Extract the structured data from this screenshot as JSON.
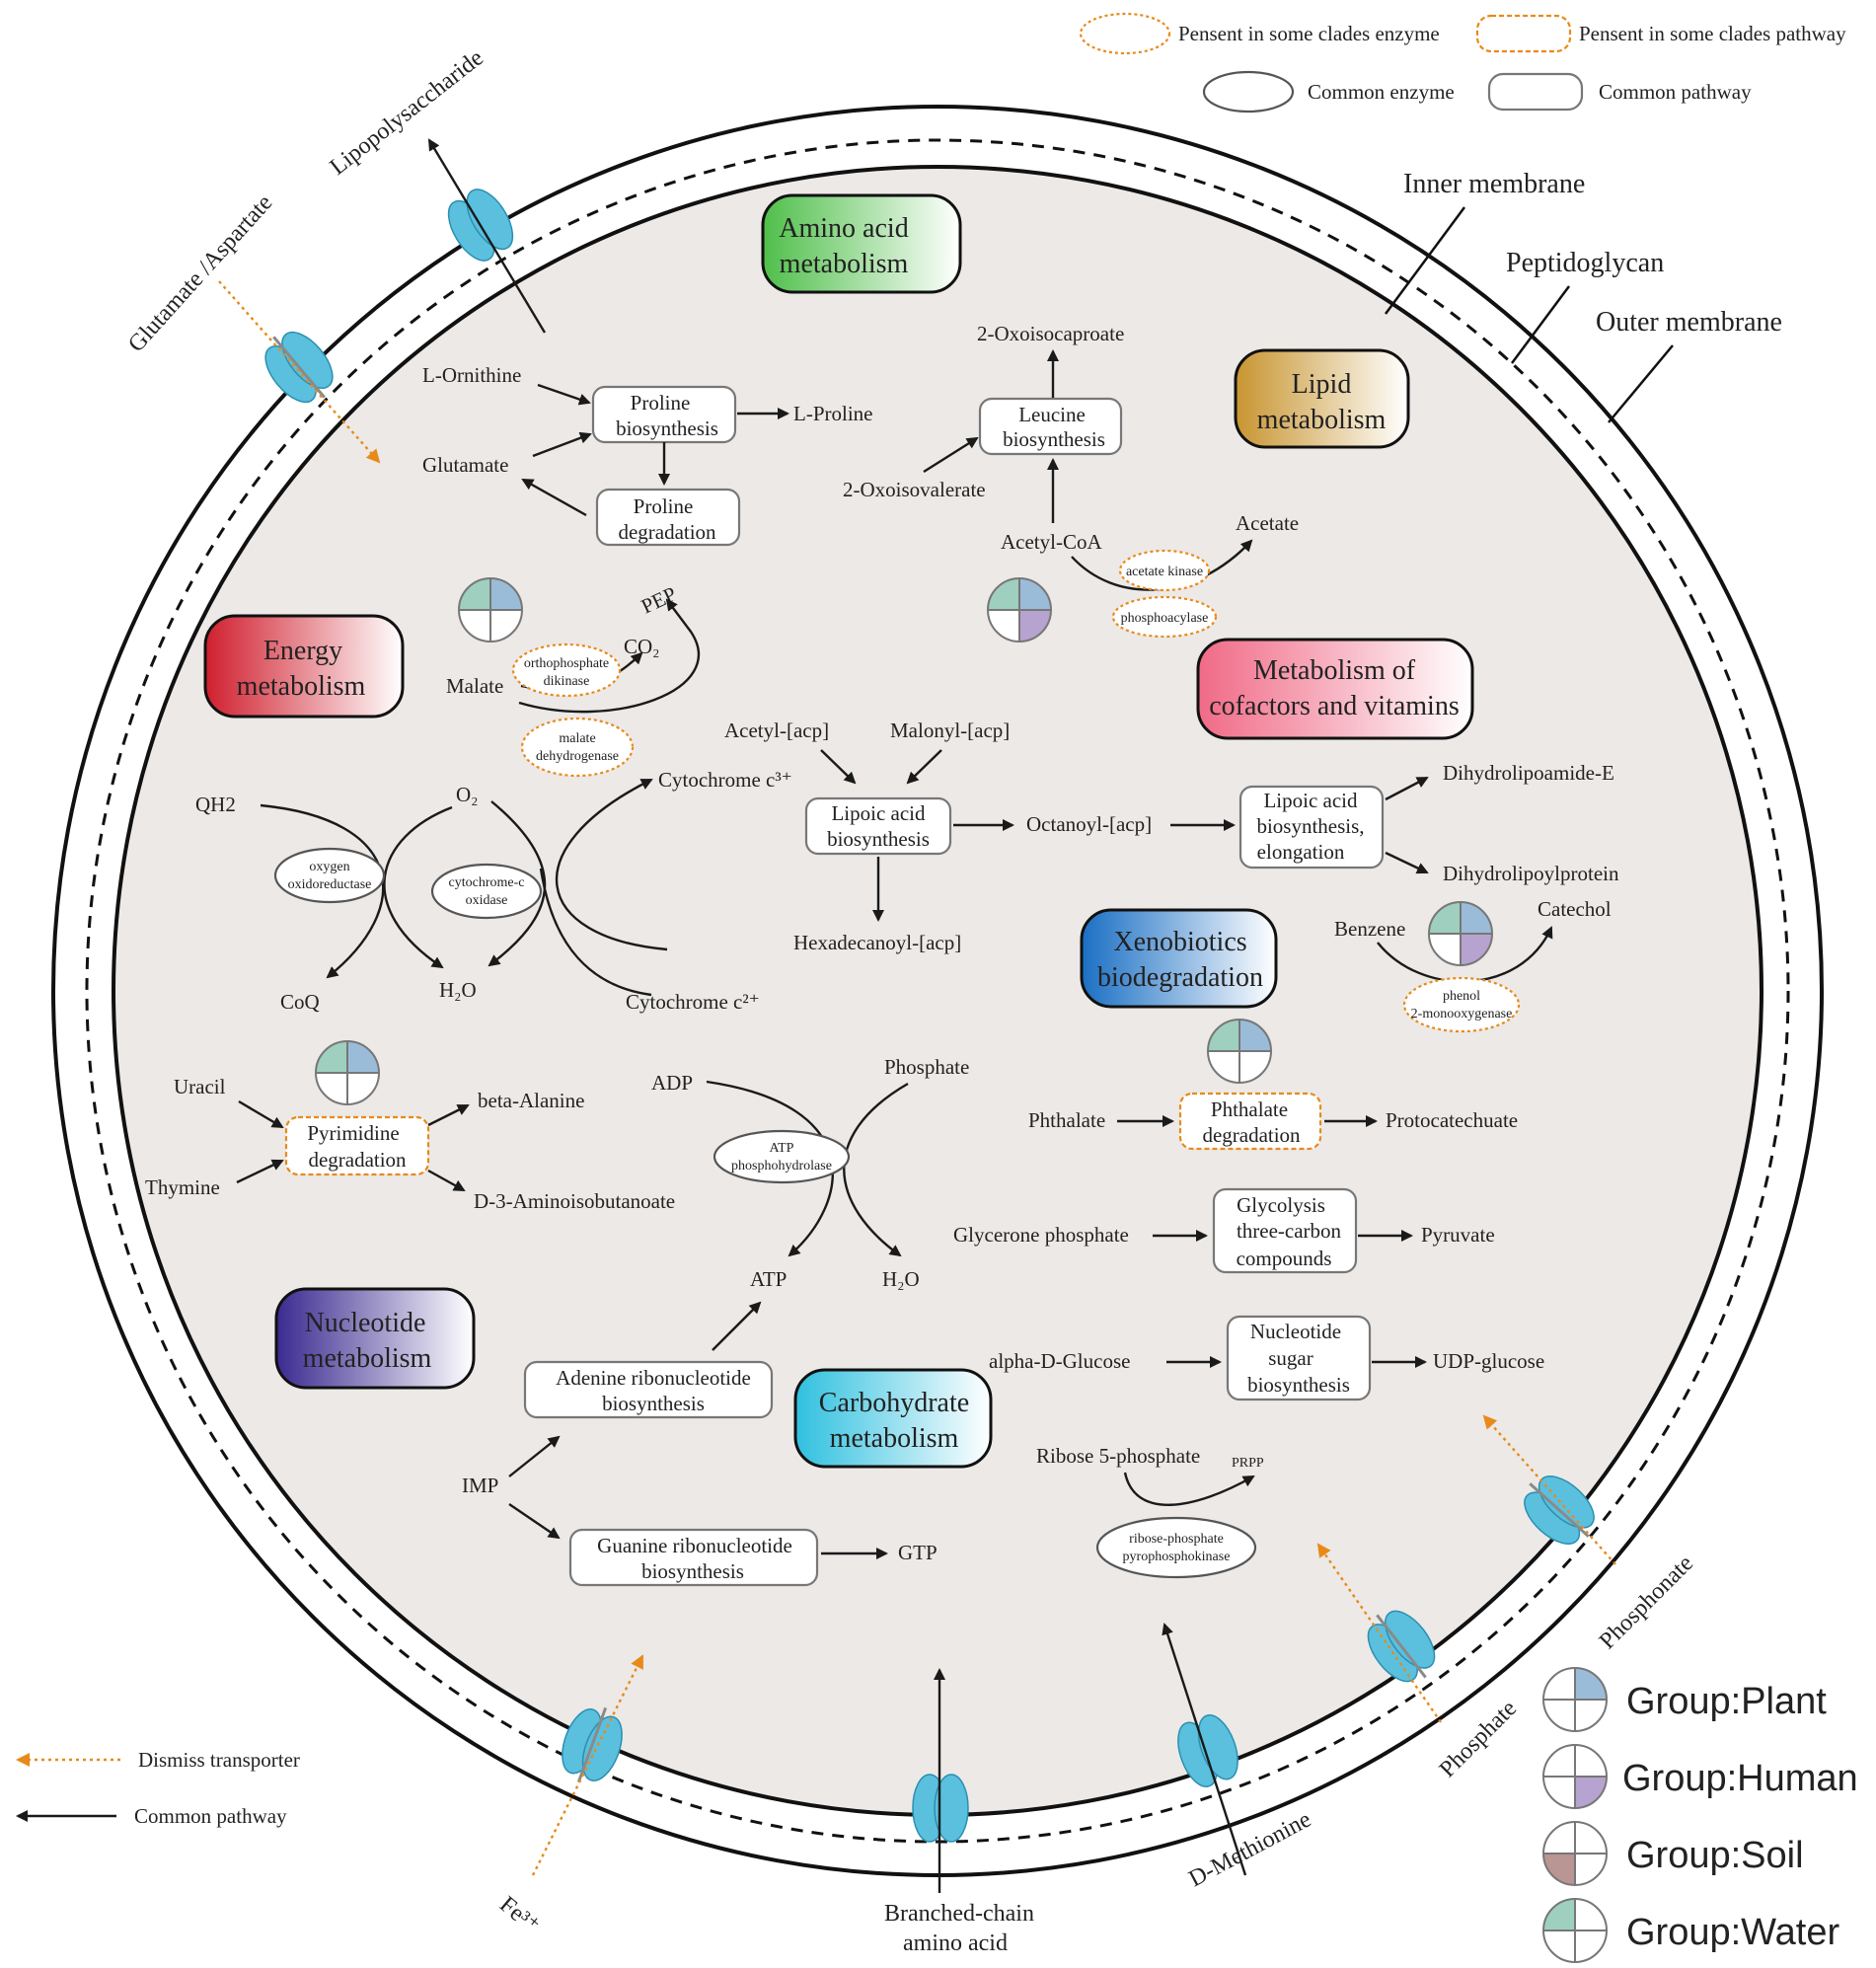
{
  "legend": {
    "present_enzyme": "Pensent in some clades enzyme",
    "present_pathway": "Pensent in some clades pathway",
    "common_enzyme": "Common enzyme",
    "common_pathway": "Common pathway",
    "dismiss_transporter": "Dismiss transporter",
    "common_pathway_arrow": "Common pathway"
  },
  "membranes": {
    "inner": "Inner membrane",
    "peptidoglycan": "Peptidoglycan",
    "outer": "Outer membrane"
  },
  "transported": {
    "lps": "Lipopolysaccharide",
    "glu_asp": "Glutamate /Aspartate",
    "fe": "Fe³⁺",
    "bcaa_1": "Branched-chain",
    "bcaa_2": "amino acid",
    "dmet": "D-Methionine",
    "phosphate": "Phosphate",
    "phosphonate": "Phosphonate"
  },
  "categories": {
    "amino_1": "Amino acid",
    "amino_2": "metabolism",
    "lipid_1": "Lipid",
    "lipid_2": "metabolism",
    "energy_1": "Energy",
    "energy_2": "metabolism",
    "cofactor_1": "Metabolism of",
    "cofactor_2": "cofactors and vitamins",
    "xeno_1": "Xenobiotics",
    "xeno_2": "biodegradation",
    "nucleotide_1": "Nucleotide",
    "nucleotide_2": "metabolism",
    "carb_1": "Carbohydrate",
    "carb_2": "metabolism"
  },
  "pathways": {
    "proline_bio_1": "Proline",
    "proline_bio_2": "biosynthesis",
    "proline_deg_1": "Proline",
    "proline_deg_2": "degradation",
    "leucine_1": "Leucine",
    "leucine_2": "biosynthesis",
    "lipoic_1": "Lipoic acid",
    "lipoic_2": "biosynthesis",
    "lipoic_el_1": "Lipoic acid",
    "lipoic_el_2": "biosynthesis,",
    "lipoic_el_3": "elongation",
    "pyrimidine_1": "Pyrimidine",
    "pyrimidine_2": "degradation",
    "phthalate_1": "Phthalate",
    "phthalate_2": "degradation",
    "glycolysis_1": "Glycolysis",
    "glycolysis_2": "three-carbon",
    "glycolysis_3": "compounds",
    "nucsugar_1": "Nucleotide",
    "nucsugar_2": "sugar",
    "nucsugar_3": "biosynthesis",
    "adenine_1": "Adenine ribonucleotide",
    "adenine_2": "biosynthesis",
    "guanine_1": "Guanine ribonucleotide",
    "guanine_2": "biosynthesis"
  },
  "enzymes": {
    "acetate_kinase": "acetate kinase",
    "phosphoacylase": "phosphoacylase",
    "ortho_1": "orthophosphate",
    "ortho_2": "dikinase",
    "malate_dh_1": "malate",
    "malate_dh_2": "dehydrogenase",
    "oxy_1": "oxygen",
    "oxy_2": "oxidoreductase",
    "cyt_ox_1": "cytochrome-c",
    "cyt_ox_2": "oxidase",
    "phenol_1": "phenol",
    "phenol_2": "2-monooxygenase",
    "atp_ph_1": "ATP",
    "atp_ph_2": "phosphohydrolase",
    "ribose_ppk_1": "ribose-phosphate",
    "ribose_ppk_2": "pyrophosphokinase"
  },
  "metabolites": {
    "l_ornithine": "L-Ornithine",
    "l_proline": "L-Proline",
    "glutamate": "Glutamate",
    "oxoisocaproate": "2-Oxoisocaproate",
    "oxoisovalerate": "2-Oxoisovalerate",
    "acetyl_coa": "Acetyl-CoA",
    "acetate": "Acetate",
    "pep": "PEP",
    "co2": "CO₂",
    "malate": "Malate",
    "acetyl_acp": "Acetyl-[acp]",
    "malonyl_acp": "Malonyl-[acp]",
    "cyt_c3": "Cytochrome c³⁺",
    "cyt_c2": "Cytochrome c²⁺",
    "qh2": "QH2",
    "o2": "O₂",
    "coq": "CoQ",
    "h2o": "H₂O",
    "octanoyl": "Octanoyl-[acp]",
    "hexadecanoyl": "Hexadecanoyl-[acp]",
    "dihydrolipoamide": "Dihydrolipoamide-E",
    "dihydrolipoylprotein": "Dihydrolipoylprotein",
    "benzene": "Benzene",
    "catechol": "Catechol",
    "uracil": "Uracil",
    "thymine": "Thymine",
    "beta_alanine": "beta-Alanine",
    "aminoisobutanoate": "D-3-Aminoisobutanoate",
    "adp": "ADP",
    "phosphate": "Phosphate",
    "atp": "ATP",
    "h2o_2": "H₂O",
    "phthalate": "Phthalate",
    "protocatechuate": "Protocatechuate",
    "glycerone": "Glycerone phosphate",
    "pyruvate": "Pyruvate",
    "glucose": "alpha-D-Glucose",
    "udp_glucose": "UDP-glucose",
    "imp": "IMP",
    "gtp": "GTP",
    "ribose5p": "Ribose 5-phosphate",
    "prpp": "PRPP"
  },
  "groups": {
    "plant": "Group:Plant",
    "human": "Group:Human",
    "soil": "Group:Soil",
    "water": "Group:Water"
  },
  "colors": {
    "plant": "#9bbcd9",
    "human": "#b7a3cf",
    "soil": "#b99593",
    "water": "#9fcfbf",
    "cell_interior": "#ece9e7",
    "transporter": "#5bc0de",
    "dismiss_arrow": "#e88a1a"
  }
}
